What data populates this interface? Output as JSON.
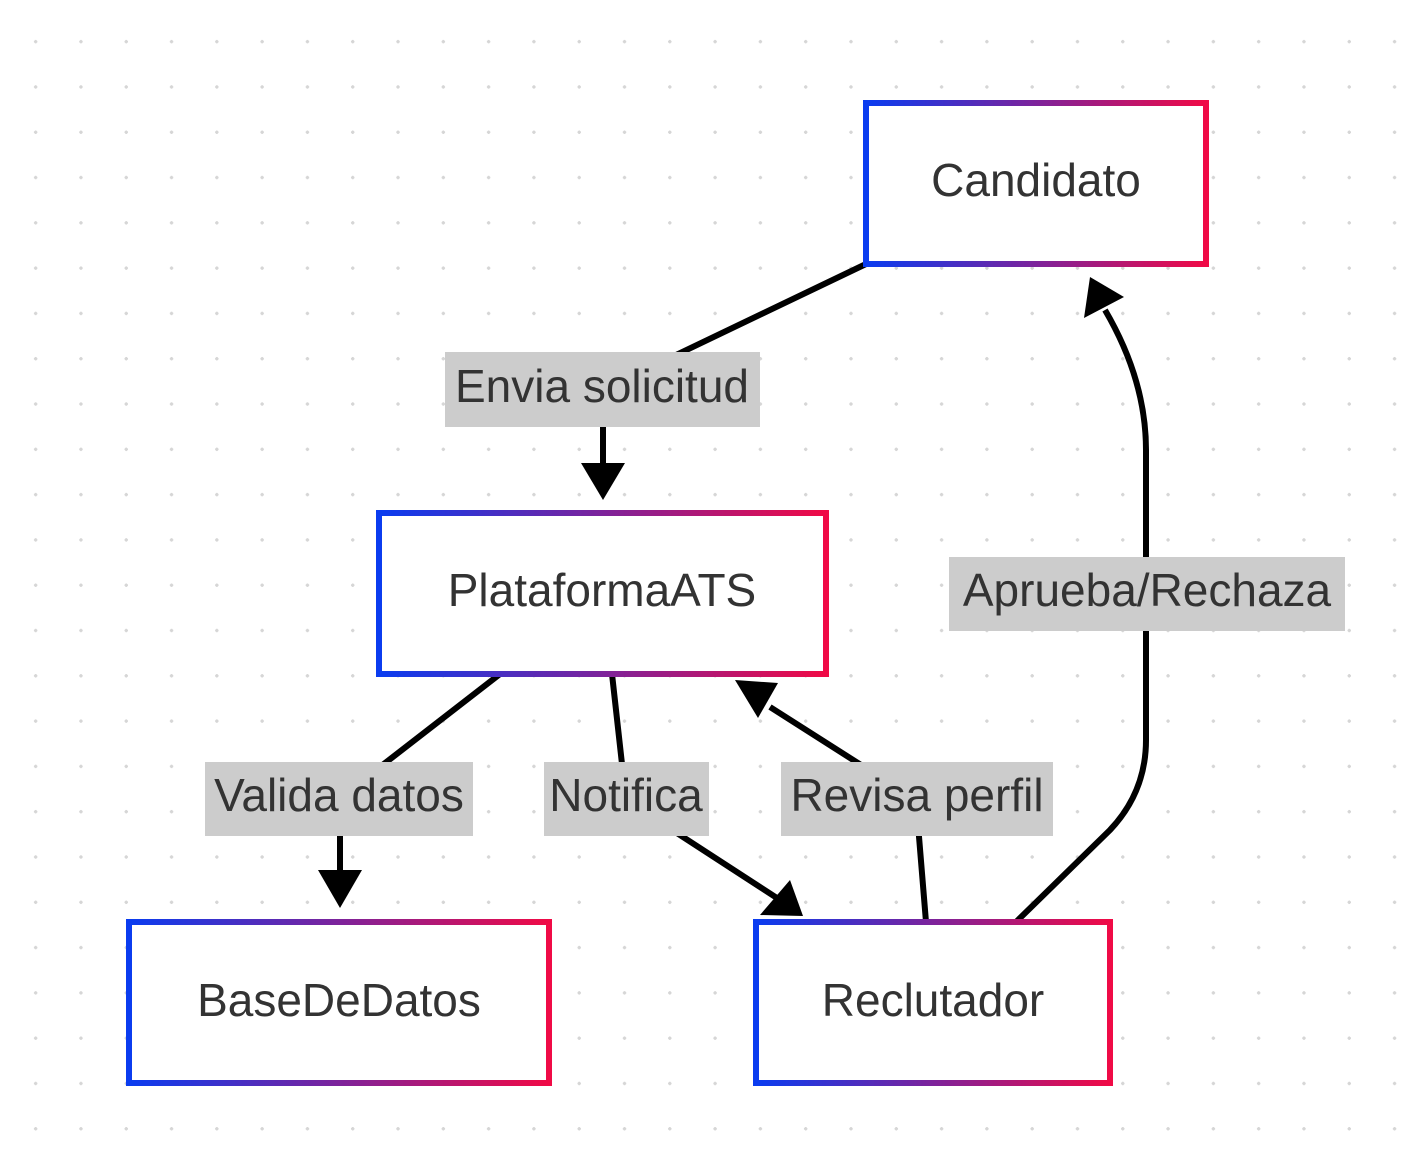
{
  "nodes": {
    "candidato": "Candidato",
    "plataforma": "PlataformaATS",
    "base_datos": "BaseDeDatos",
    "reclutador": "Reclutador"
  },
  "edges": {
    "envia_solicitud": "Envia solicitud",
    "valida_datos": "Valida datos",
    "notifica": "Notifica",
    "revisa_perfil": "Revisa perfil",
    "aprueba_rechaza": "Aprueba/Rechaza"
  },
  "colors": {
    "node_border_start": "#0a3cf0",
    "node_border_end": "#f00a46",
    "edge": "#000000",
    "label_background": "#cccccc",
    "text": "#333333"
  }
}
